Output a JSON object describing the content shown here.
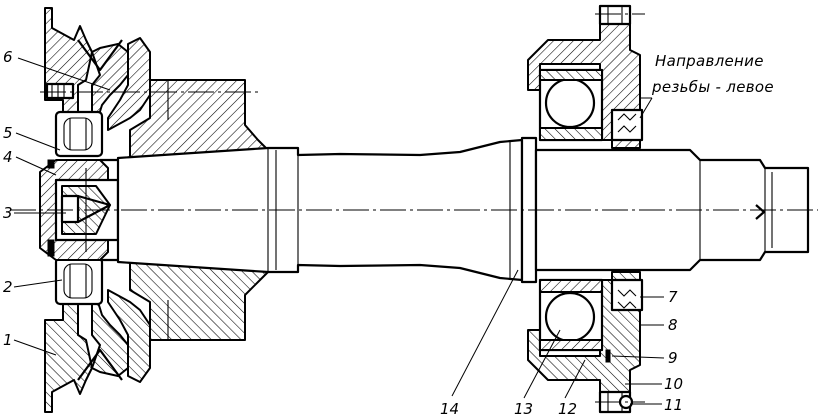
{
  "note": {
    "line1": "Направление",
    "line2": "резьбы - левое"
  },
  "callouts": {
    "c1": "1",
    "c2": "2",
    "c3": "3",
    "c4": "4",
    "c5": "5",
    "c6": "6",
    "c7": "7",
    "c8": "8",
    "c9": "9",
    "c10": "10",
    "c11": "11",
    "c12": "12",
    "c13": "13",
    "c14": "14"
  }
}
